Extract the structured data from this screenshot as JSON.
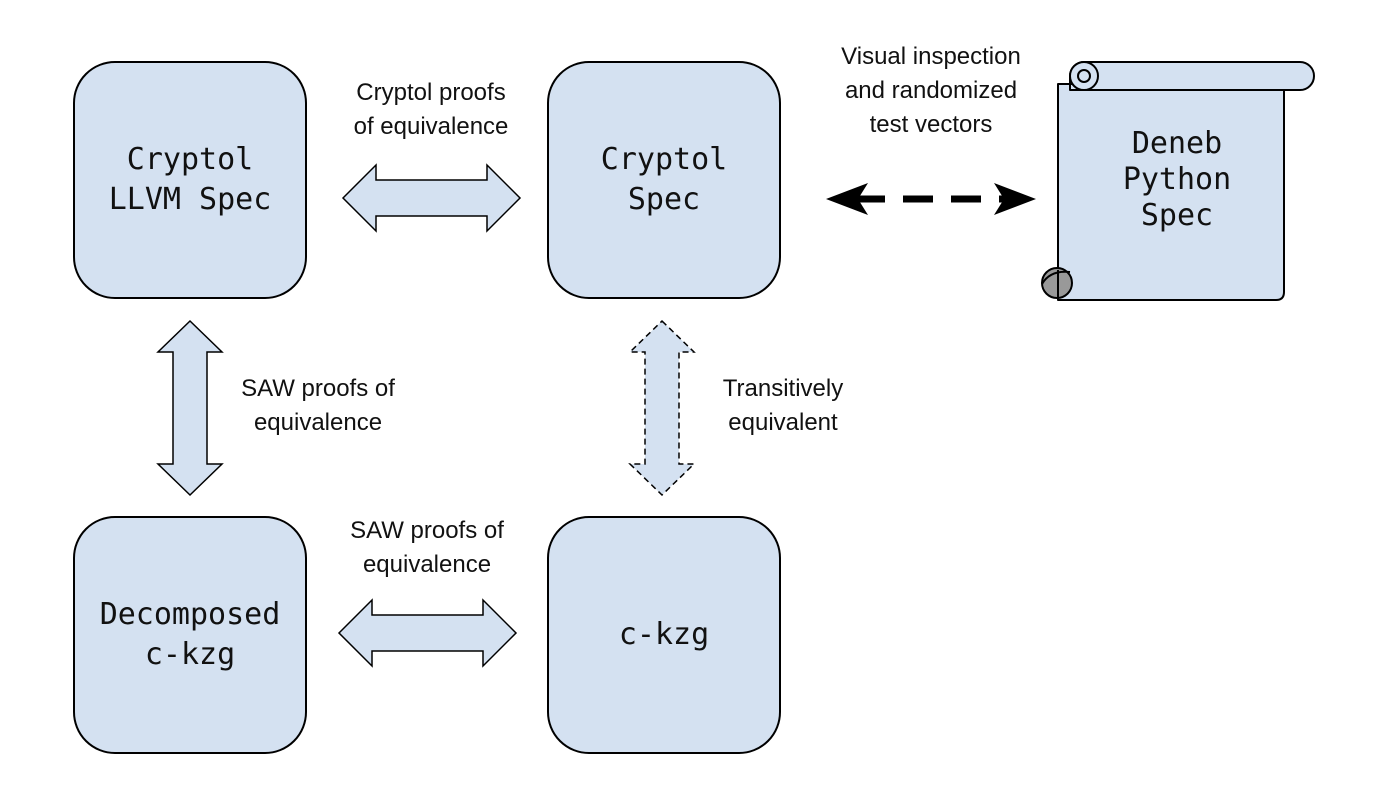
{
  "nodes": {
    "cryptol_llvm_spec": "Cryptol\nLLVM Spec",
    "cryptol_spec": "Cryptol\nSpec",
    "deneb_python_spec": "Deneb\nPython\nSpec",
    "decomposed_ckzg": "Decomposed\nc-kzg",
    "ckzg": "c-kzg"
  },
  "edges": {
    "cryptol_proofs": "Cryptol proofs\nof equivalence",
    "visual_inspection": "Visual inspection\nand randomized\ntest vectors",
    "saw_proofs_vertical": "SAW proofs of\nequivalence",
    "transitively_equivalent": "Transitively\nequivalent",
    "saw_proofs_horizontal": "SAW proofs of\nequivalence"
  },
  "colors": {
    "fill": "#d4e1f1",
    "scroll_curl": "#999999",
    "stroke": "#000000"
  }
}
